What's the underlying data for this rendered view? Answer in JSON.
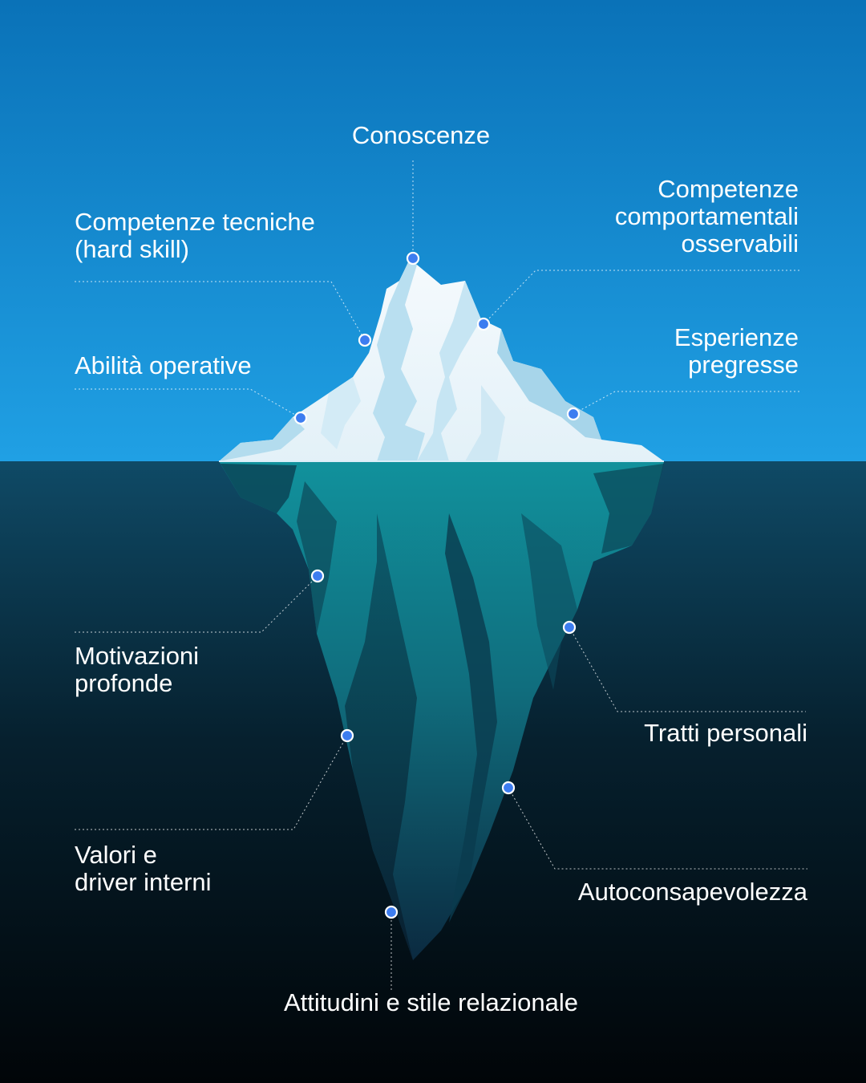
{
  "colors": {
    "sky_top": "#0a6fb4",
    "sky_bottom": "#1f9fe3",
    "water_top": "#0e4864",
    "water_bottom": "#02080c",
    "ice_light": "#f1f7fb",
    "ice_shadow": "#a9d6ea",
    "underwater_ice": "#137a88",
    "marker": "#3d7df0",
    "line": "#ffffff"
  },
  "labels": {
    "conoscenze": "Conoscenze",
    "hard_skill": [
      "Competenze tecniche",
      "(hard skill)"
    ],
    "competenze_comportamentali": [
      "Competenze",
      "comportamentali",
      "osservabili"
    ],
    "abilita": "Abilità operative",
    "esperienze": [
      "Esperienze",
      "pregresse"
    ],
    "motivazioni": [
      "Motivazioni",
      "profonde"
    ],
    "tratti": "Tratti personali",
    "valori": [
      "Valori e",
      "driver interni"
    ],
    "autoconsapevolezza": "Autoconsapevolezza",
    "attitudini": "Attitudini e stile relazionale"
  }
}
